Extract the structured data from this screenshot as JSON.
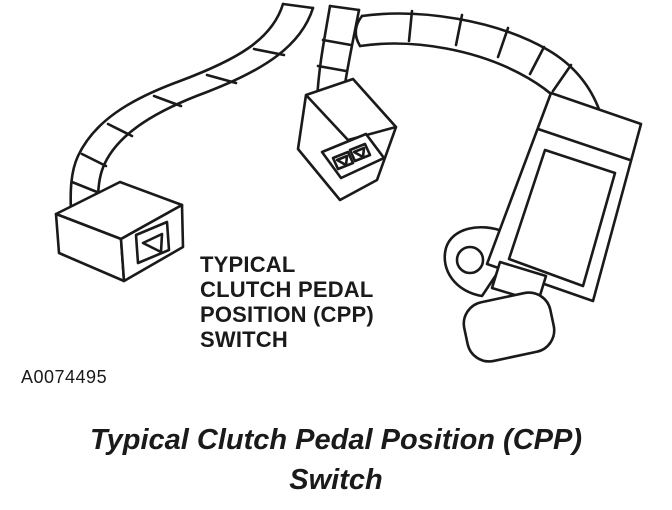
{
  "page": {
    "background": "#ffffff",
    "ink": "#1a1a1a"
  },
  "diagram": {
    "label_lines": [
      "TYPICAL",
      "CLUTCH PEDAL",
      "POSITION (CPP)",
      "SWITCH"
    ],
    "part_number": "A0074495"
  },
  "caption": {
    "line1": "Typical Clutch Pedal Position (CPP)",
    "line2": "Switch"
  }
}
